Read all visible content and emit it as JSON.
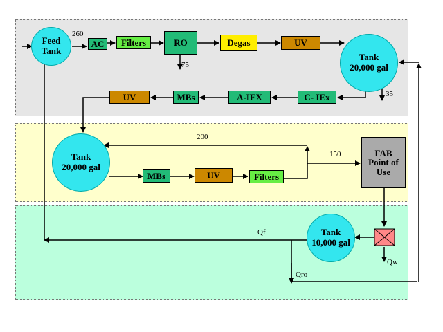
{
  "colors": {
    "zone_top": "#e6e6e6",
    "zone_mid": "#ffffcc",
    "zone_bottom": "#bbffdd",
    "tank": "#33e6ee"
  },
  "tanks": {
    "feed": "Feed\nTank",
    "tank1": "Tank\n20,000 gal",
    "tank2": "Tank\n20,000 gal",
    "tank3": "Tank\n10,000 gal"
  },
  "units": {
    "ac": "AC",
    "filters1": "Filters",
    "ro": "RO",
    "degas": "Degas",
    "uv1": "UV",
    "ciex": "C- IEx",
    "aiex": "A-IEX",
    "mbs1": "MBs",
    "uv2": "UV",
    "mbs2": "MBs",
    "uv3": "UV",
    "filters2": "Filters",
    "fab": "FAB\nPoint of\nUse"
  },
  "flows": {
    "f260": "260",
    "f75": "75",
    "f35": "35",
    "f200": "200",
    "f150": "150",
    "qf": "Qf",
    "qw": "Qw",
    "qro": "Qro"
  }
}
